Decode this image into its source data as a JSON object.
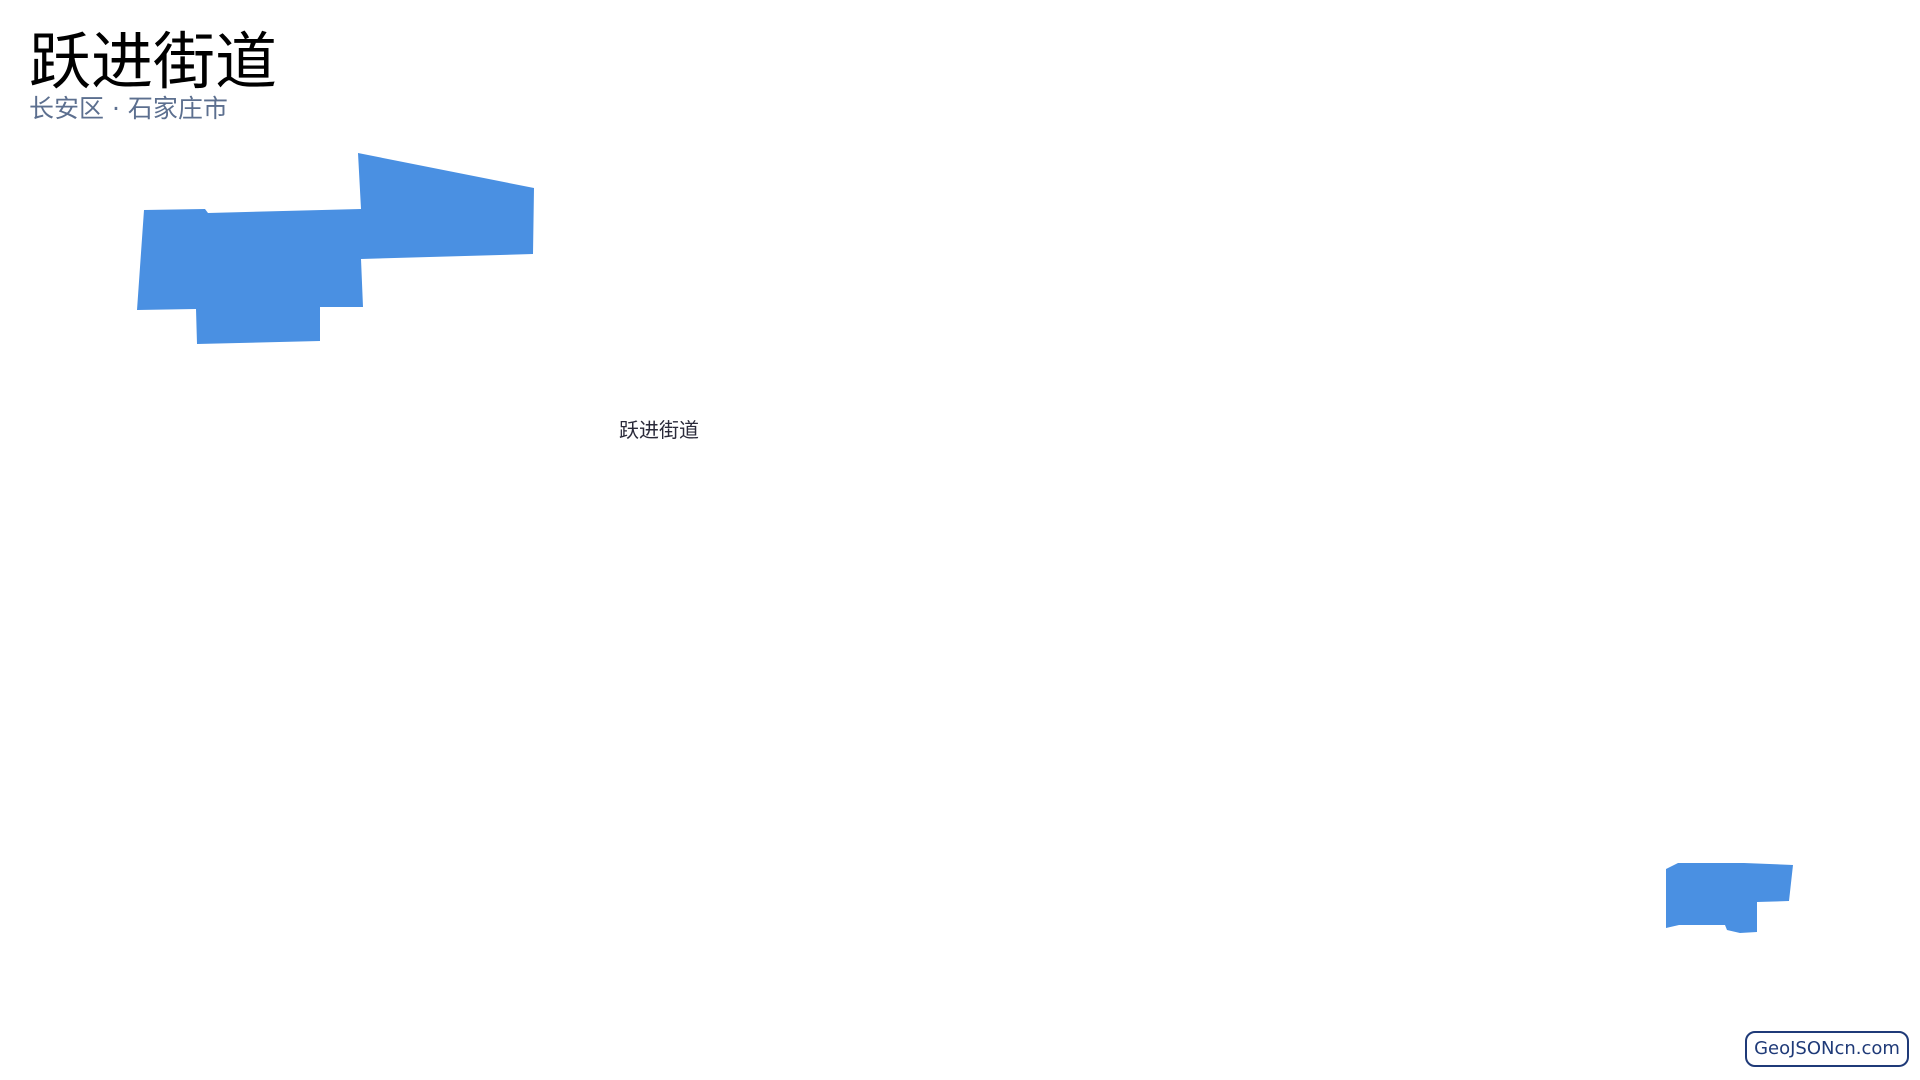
{
  "header": {
    "title": "跃进街道",
    "subtitle": "长安区 · 石家庄市"
  },
  "map": {
    "fill_color": "#4a90e2",
    "region_label": "跃进街道"
  },
  "source": {
    "label": "GeoJSONcn.com"
  }
}
